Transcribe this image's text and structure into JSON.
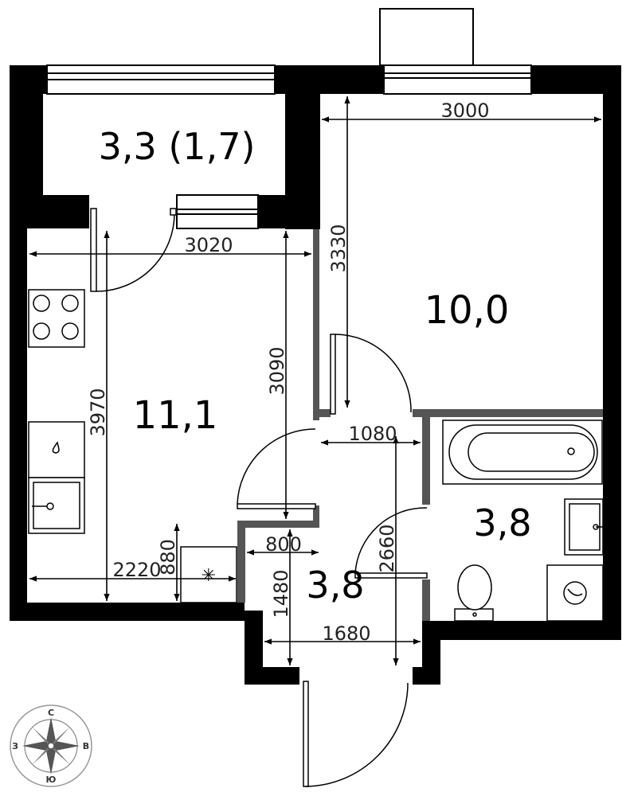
{
  "rooms": {
    "balcony": "3,3 (1,7)",
    "bedroom": "10,0",
    "kitchen": "11,1",
    "hall": "3,8",
    "bathroom": "3,8"
  },
  "dimensions": {
    "bedroom_width": "3000",
    "bedroom_depth": "3330",
    "kitchen_width": "3020",
    "kitchen_depth": "3090",
    "kitchen_total": "3970",
    "corridor_width": "1080",
    "hall_door": "800",
    "hall_depth": "2660",
    "vestibule_depth": "1480",
    "entrance_width": "1680",
    "kitchen_lower": "2220",
    "niche": "880"
  },
  "compass": {
    "north": "С",
    "south": "Ю",
    "west": "З",
    "east": "В"
  },
  "colors": {
    "wall": "#000000",
    "partition": "#555555",
    "line": "#000000"
  }
}
